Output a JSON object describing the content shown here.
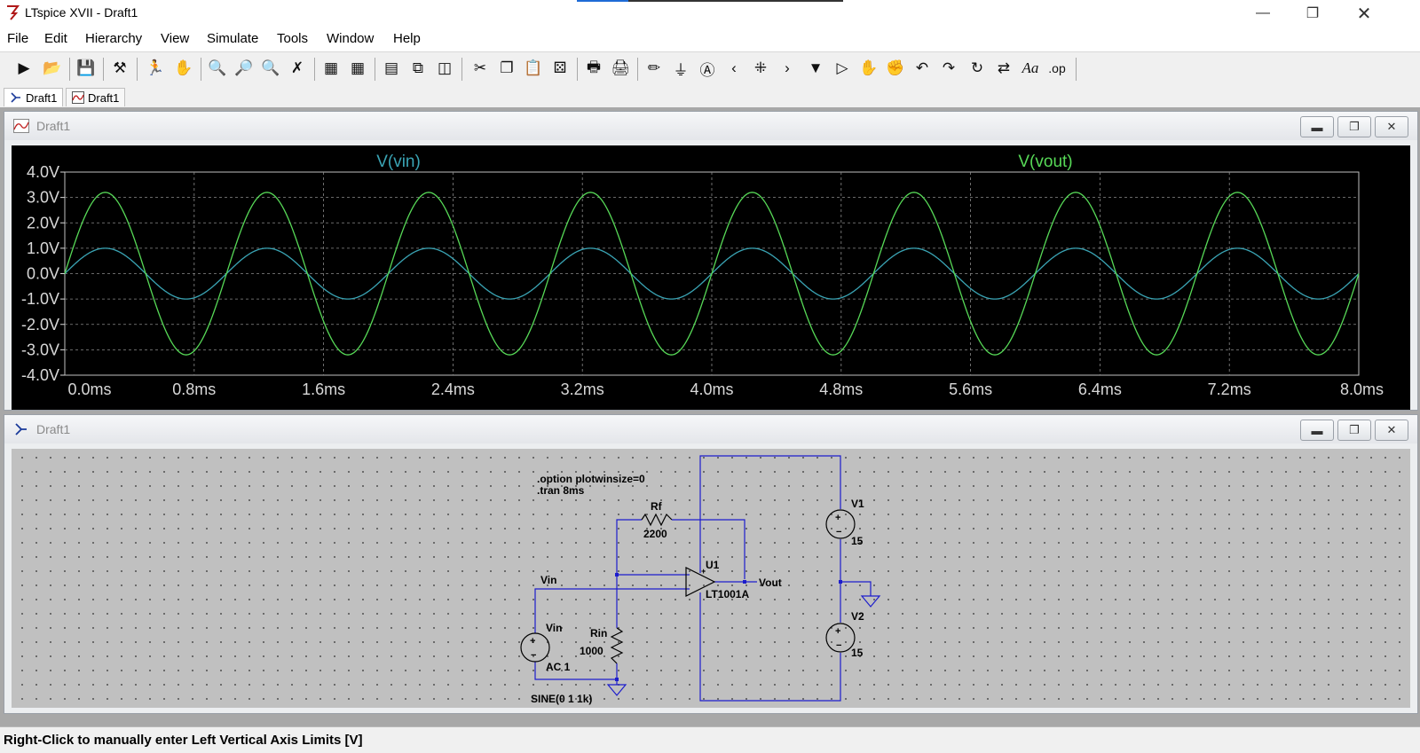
{
  "window": {
    "title": "LTspice XVII - Draft1",
    "controls": [
      "minimize",
      "restore",
      "close"
    ]
  },
  "menu": [
    "File",
    "Edit",
    "Hierarchy",
    "View",
    "Simulate",
    "Tools",
    "Window",
    "Help"
  ],
  "toolbar": {
    "buttons": [
      "open-schematic-icon",
      "open-folder-icon",
      "save-icon",
      "control-panel-icon",
      "run-icon",
      "halt-icon",
      "zoom-in-icon",
      "zoom-pan-icon",
      "zoom-out-icon",
      "zoom-cancel-icon",
      "autorange-icon",
      "grid-icon",
      "tile-horizontal-icon",
      "cascade-icon",
      "tile-vertical-icon",
      "cut-icon",
      "copy-icon",
      "paste-icon",
      "find-icon",
      "print-preview-icon",
      "print-icon",
      "draw-wire-icon",
      "ground-icon",
      "label-net-icon",
      "resistor-icon",
      "capacitor-icon",
      "inductor-icon",
      "diode-icon",
      "component-icon",
      "move-icon",
      "drag-icon",
      "undo-icon",
      "redo-icon",
      "rotate-icon",
      "mirror-icon",
      "text-icon",
      "spice-directive-icon"
    ],
    "text_label": "Aa",
    "op_label": ".op"
  },
  "tabs": [
    {
      "label": "Draft1",
      "kind": "schematic"
    },
    {
      "label": "Draft1",
      "kind": "waveform"
    }
  ],
  "waveform_window": {
    "title": "Draft1",
    "chart_data": {
      "type": "line",
      "x_label_unit": "ms",
      "xlim": [
        0,
        8
      ],
      "ylim": [
        -4,
        4
      ],
      "x_ticks": [
        "0.0ms",
        "0.8ms",
        "1.6ms",
        "2.4ms",
        "3.2ms",
        "4.0ms",
        "4.8ms",
        "5.6ms",
        "6.4ms",
        "7.2ms",
        "8.0ms"
      ],
      "y_ticks": [
        "4.0V",
        "3.0V",
        "2.0V",
        "1.0V",
        "0.0V",
        "-1.0V",
        "-2.0V",
        "-3.0V",
        "-4.0V"
      ],
      "grid": true,
      "series": [
        {
          "name": "V(vin)",
          "color": "#3aa4b4",
          "amplitude": 1.0,
          "frequency_khz": 1,
          "phase_deg": 0
        },
        {
          "name": "V(vout)",
          "color": "#57d957",
          "amplitude": 3.2,
          "frequency_khz": 1,
          "phase_deg": 0
        }
      ],
      "background": "#000000"
    }
  },
  "schematic_window": {
    "title": "Draft1",
    "directives": [
      ".option plotwinsize=0",
      ".tran 8ms"
    ],
    "components": {
      "rf": {
        "name": "Rf",
        "value": "2200"
      },
      "rin": {
        "name": "Rin",
        "value": "1000"
      },
      "u1": {
        "name": "U1",
        "value": "LT1001A"
      },
      "vin": {
        "name": "Vin",
        "value": "AC 1",
        "spec": "SINE(0 1 1k)"
      },
      "v1": {
        "name": "V1",
        "value": "15"
      },
      "v2": {
        "name": "V2",
        "value": "15"
      }
    },
    "nets": {
      "vin": "Vin",
      "vout": "Vout"
    }
  },
  "status": "Right-Click to manually enter Left Vertical Axis Limits [V]"
}
